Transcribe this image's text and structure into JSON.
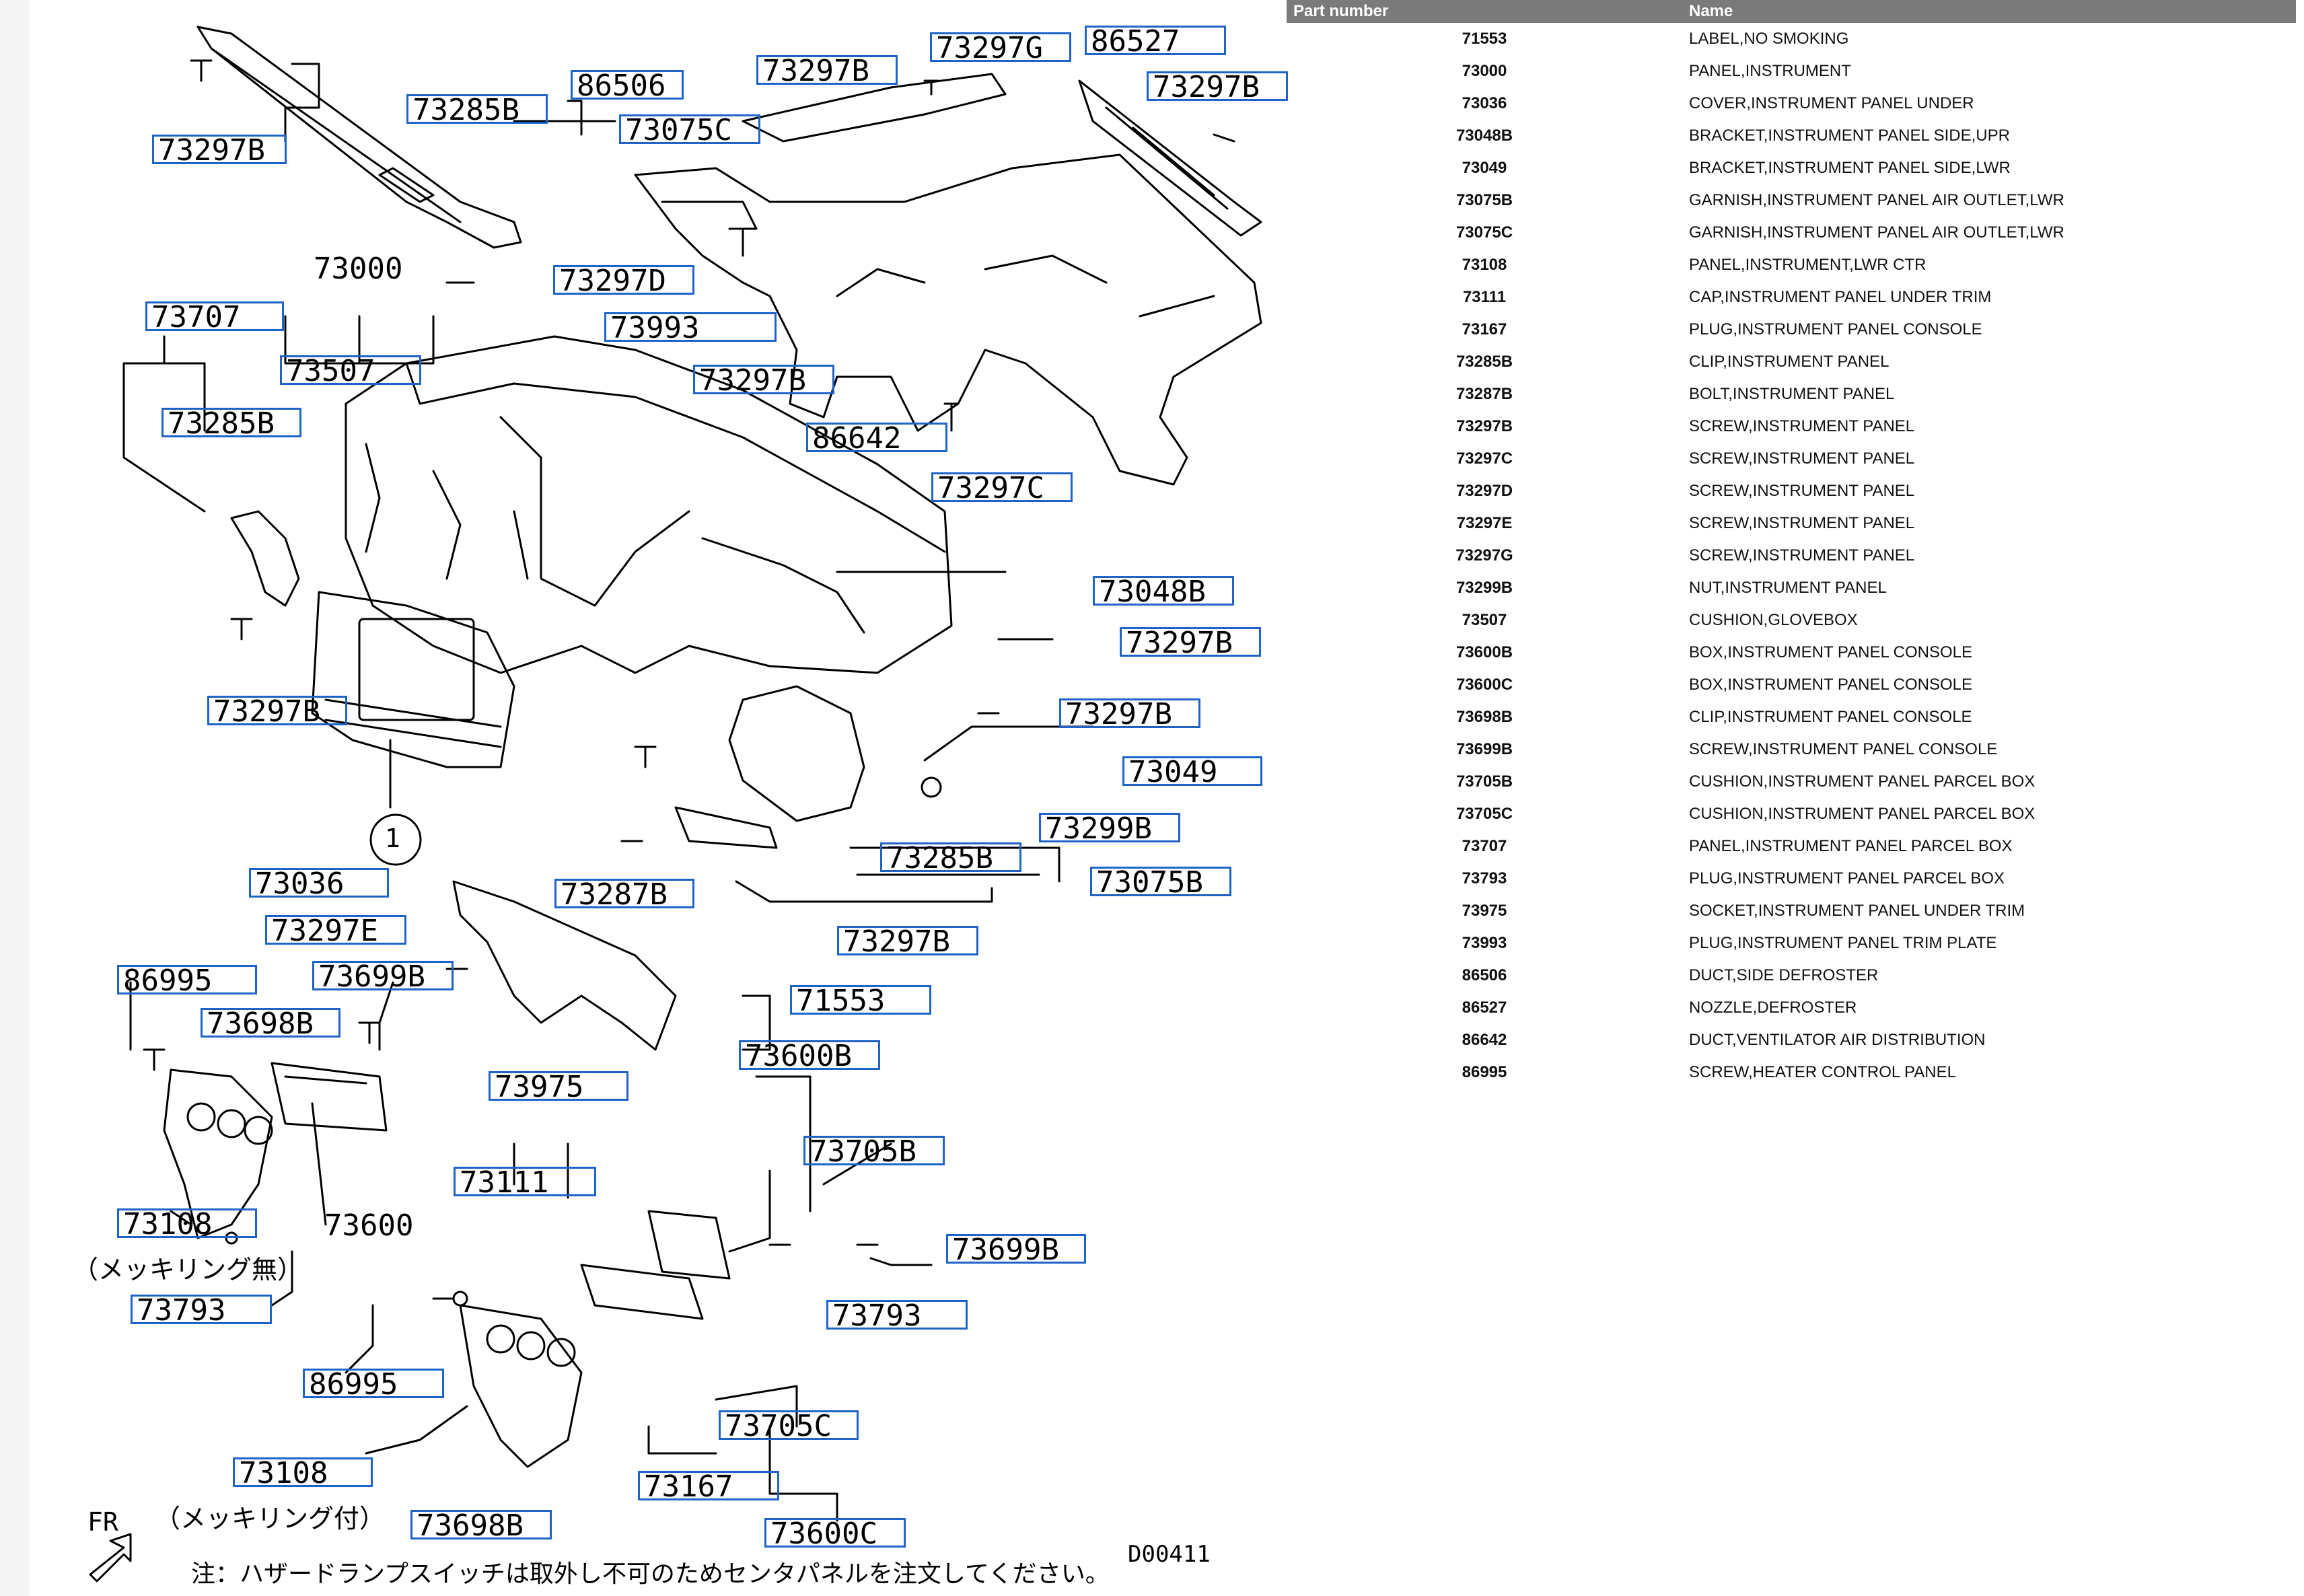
{
  "diagram": {
    "id_label": "D00411",
    "fr_label": "FR",
    "circle_marker": "1",
    "note_plated_without": "（メッキリング無）",
    "note_plated_with": "（メッキリング付）",
    "footnote": "注：ハザードランプスイッチは取外し不可のためセンタパネルを注文してください。",
    "plain_labels": [
      "73000",
      "73600"
    ],
    "callouts": [
      "73297B",
      "73285B",
      "86506",
      "73075C",
      "73297B",
      "73297G",
      "86527",
      "73297B",
      "73297D",
      "73707",
      "73507",
      "73993",
      "73297B",
      "86642",
      "73297C",
      "73285B",
      "73048B",
      "73297B",
      "73297B",
      "73297B",
      "73049",
      "73299B",
      "73285B",
      "73075B",
      "73036",
      "73287B",
      "73297E",
      "73297B",
      "86995",
      "73699B",
      "73698B",
      "71553",
      "73600B",
      "73975",
      "73705B",
      "73111",
      "73108",
      "73699B",
      "73793",
      "73793",
      "86995",
      "73705C",
      "73108",
      "73698B",
      "73167",
      "73600C"
    ]
  },
  "table": {
    "col_part": "Part number",
    "col_name": "Name",
    "rows": [
      {
        "part": "71553",
        "name": "LABEL,NO SMOKING"
      },
      {
        "part": "73000",
        "name": "PANEL,INSTRUMENT"
      },
      {
        "part": "73036",
        "name": "COVER,INSTRUMENT PANEL UNDER"
      },
      {
        "part": "73048B",
        "name": "BRACKET,INSTRUMENT PANEL SIDE,UPR"
      },
      {
        "part": "73049",
        "name": "BRACKET,INSTRUMENT PANEL SIDE,LWR"
      },
      {
        "part": "73075B",
        "name": "GARNISH,INSTRUMENT PANEL AIR OUTLET,LWR"
      },
      {
        "part": "73075C",
        "name": "GARNISH,INSTRUMENT PANEL AIR OUTLET,LWR"
      },
      {
        "part": "73108",
        "name": "PANEL,INSTRUMENT,LWR CTR"
      },
      {
        "part": "73111",
        "name": "CAP,INSTRUMENT PANEL UNDER TRIM"
      },
      {
        "part": "73167",
        "name": "PLUG,INSTRUMENT PANEL CONSOLE"
      },
      {
        "part": "73285B",
        "name": "CLIP,INSTRUMENT PANEL"
      },
      {
        "part": "73287B",
        "name": "BOLT,INSTRUMENT PANEL"
      },
      {
        "part": "73297B",
        "name": "SCREW,INSTRUMENT PANEL"
      },
      {
        "part": "73297C",
        "name": "SCREW,INSTRUMENT PANEL"
      },
      {
        "part": "73297D",
        "name": "SCREW,INSTRUMENT PANEL"
      },
      {
        "part": "73297E",
        "name": "SCREW,INSTRUMENT PANEL"
      },
      {
        "part": "73297G",
        "name": "SCREW,INSTRUMENT PANEL"
      },
      {
        "part": "73299B",
        "name": "NUT,INSTRUMENT PANEL"
      },
      {
        "part": "73507",
        "name": "CUSHION,GLOVEBOX"
      },
      {
        "part": "73600B",
        "name": "BOX,INSTRUMENT PANEL CONSOLE"
      },
      {
        "part": "73600C",
        "name": "BOX,INSTRUMENT PANEL CONSOLE"
      },
      {
        "part": "73698B",
        "name": "CLIP,INSTRUMENT PANEL CONSOLE"
      },
      {
        "part": "73699B",
        "name": "SCREW,INSTRUMENT PANEL CONSOLE"
      },
      {
        "part": "73705B",
        "name": "CUSHION,INSTRUMENT PANEL PARCEL BOX"
      },
      {
        "part": "73705C",
        "name": "CUSHION,INSTRUMENT PANEL PARCEL BOX"
      },
      {
        "part": "73707",
        "name": "PANEL,INSTRUMENT PANEL PARCEL BOX"
      },
      {
        "part": "73793",
        "name": "PLUG,INSTRUMENT PANEL PARCEL BOX"
      },
      {
        "part": "73975",
        "name": "SOCKET,INSTRUMENT PANEL UNDER TRIM"
      },
      {
        "part": "73993",
        "name": "PLUG,INSTRUMENT PANEL TRIM PLATE"
      },
      {
        "part": "86506",
        "name": "DUCT,SIDE DEFROSTER"
      },
      {
        "part": "86527",
        "name": "NOZZLE,DEFROSTER"
      },
      {
        "part": "86642",
        "name": "DUCT,VENTILATOR AIR DISTRIBUTION"
      },
      {
        "part": "86995",
        "name": "SCREW,HEATER CONTROL PANEL"
      }
    ]
  }
}
